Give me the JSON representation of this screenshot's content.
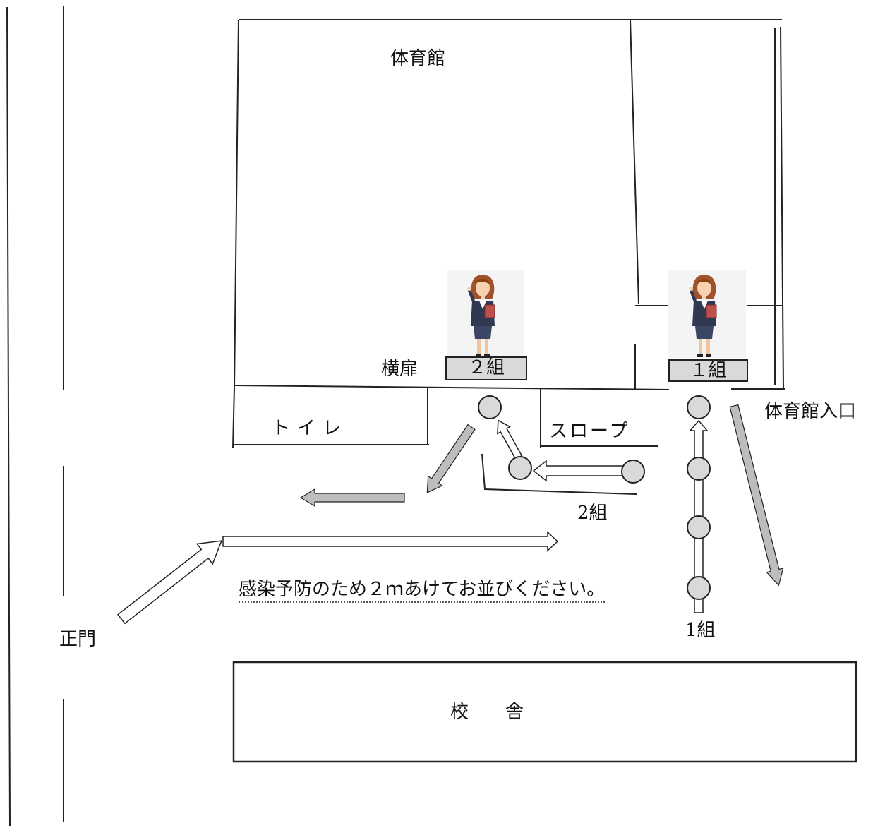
{
  "labels": {
    "gym": "体育館",
    "side_door": "横扉",
    "gym_entrance": "体育館入口",
    "toilet": "トイレ",
    "slope": "スロープ",
    "main_gate": "正門",
    "school_building": "校　　舎",
    "group2_queue": "2組",
    "group1_queue": "1組",
    "notice": "感染予防のため２ｍあけてお並びください。"
  },
  "badges": {
    "group2": "２組",
    "group1": "１組"
  },
  "colors": {
    "line": "#222222",
    "circle_fill": "#d9d9d9",
    "arrow_gray": "#bdbdbd",
    "badge_fill": "#d9d9d9"
  },
  "icons": [
    "woman-staff-icon",
    "queue-position-icon",
    "flow-arrow-icon"
  ]
}
